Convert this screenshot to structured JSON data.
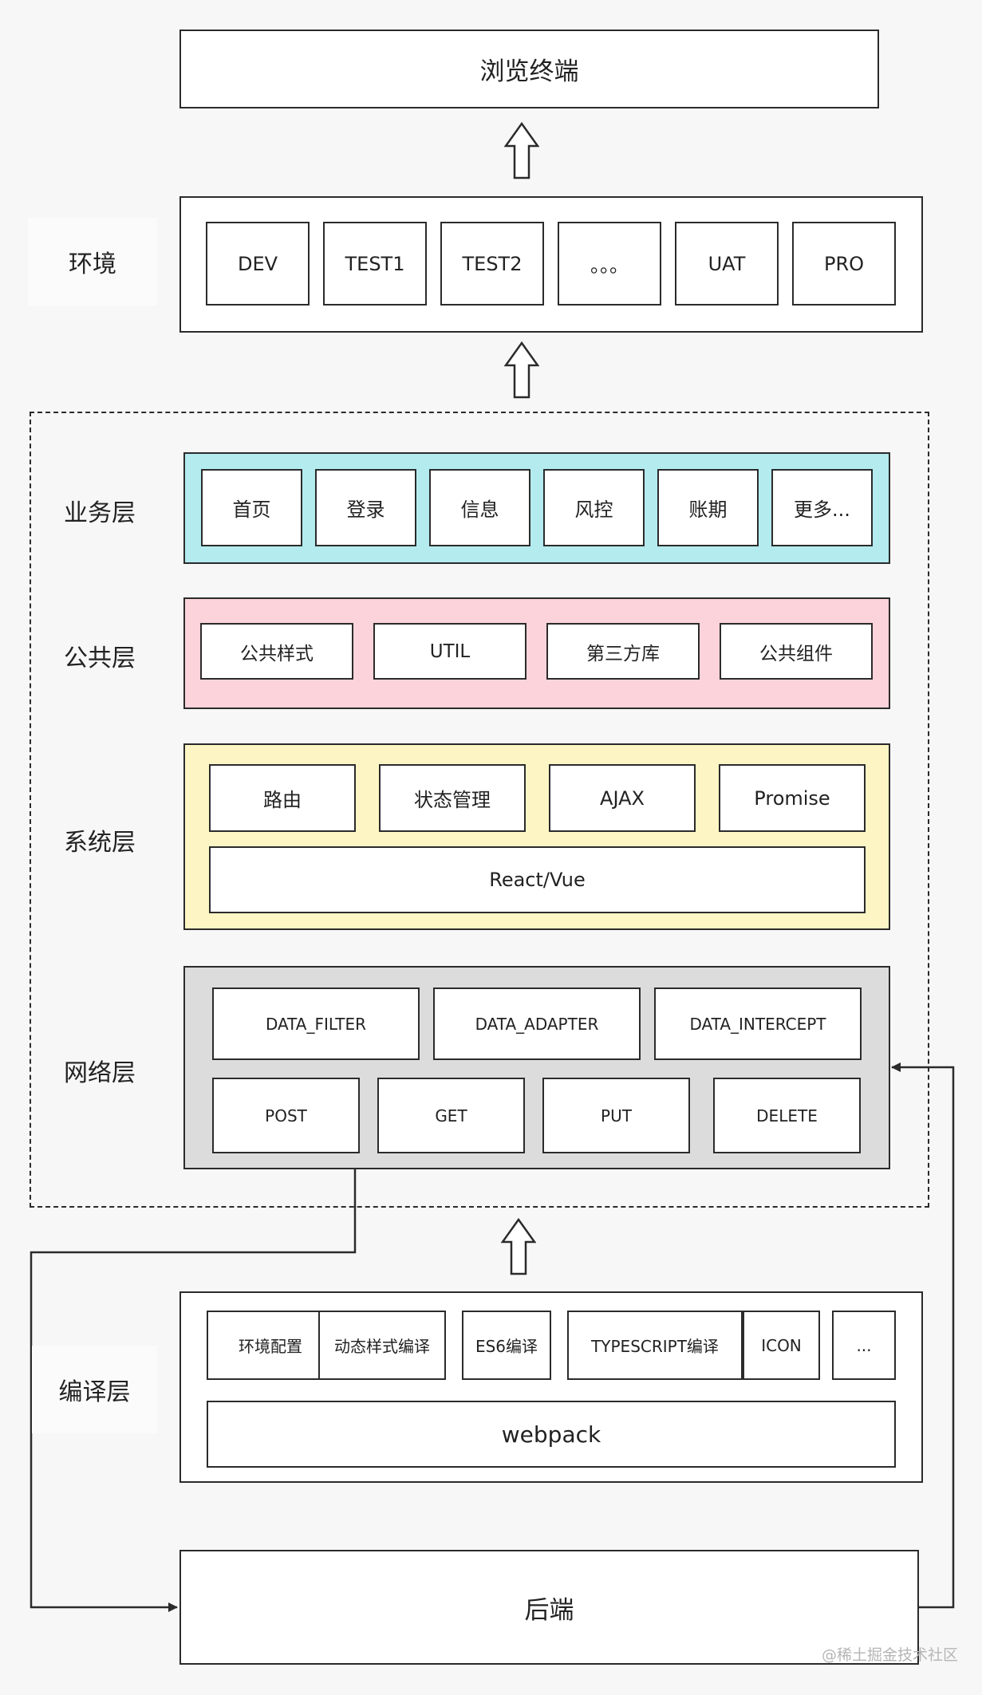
{
  "top": {
    "label": "浏览终端"
  },
  "env": {
    "title": "环境",
    "items": [
      "DEV",
      "TEST1",
      "TEST2",
      "。。。",
      "UAT",
      "PRO"
    ]
  },
  "business": {
    "title": "业务层",
    "color": "#b3ebef",
    "items": [
      "首页",
      "登录",
      "信息",
      "风控",
      "账期",
      "更多..."
    ]
  },
  "common": {
    "title": "公共层",
    "color": "#fcd3da",
    "items": [
      "公共样式",
      "UTIL",
      "第三方库",
      "公共组件"
    ]
  },
  "system": {
    "title": "系统层",
    "color": "#fdf6c4",
    "items": [
      "路由",
      "状态管理",
      "AJAX",
      "Promise"
    ],
    "base": "React/Vue"
  },
  "network": {
    "title": "网络层",
    "color": "#dcdcdc",
    "row1": [
      "DATA_FILTER",
      "DATA_ADAPTER",
      "DATA_INTERCEPT"
    ],
    "row2": [
      "POST",
      "GET",
      "PUT",
      "DELETE"
    ]
  },
  "compile": {
    "title": "编译层",
    "items": [
      "环境配置",
      "动态样式编译",
      "ES6编译",
      "TYPESCRIPT编译",
      "ICON",
      "..."
    ],
    "base": "webpack"
  },
  "backend": {
    "label": "后端"
  },
  "watermark": "@稀土掘金技术社区"
}
